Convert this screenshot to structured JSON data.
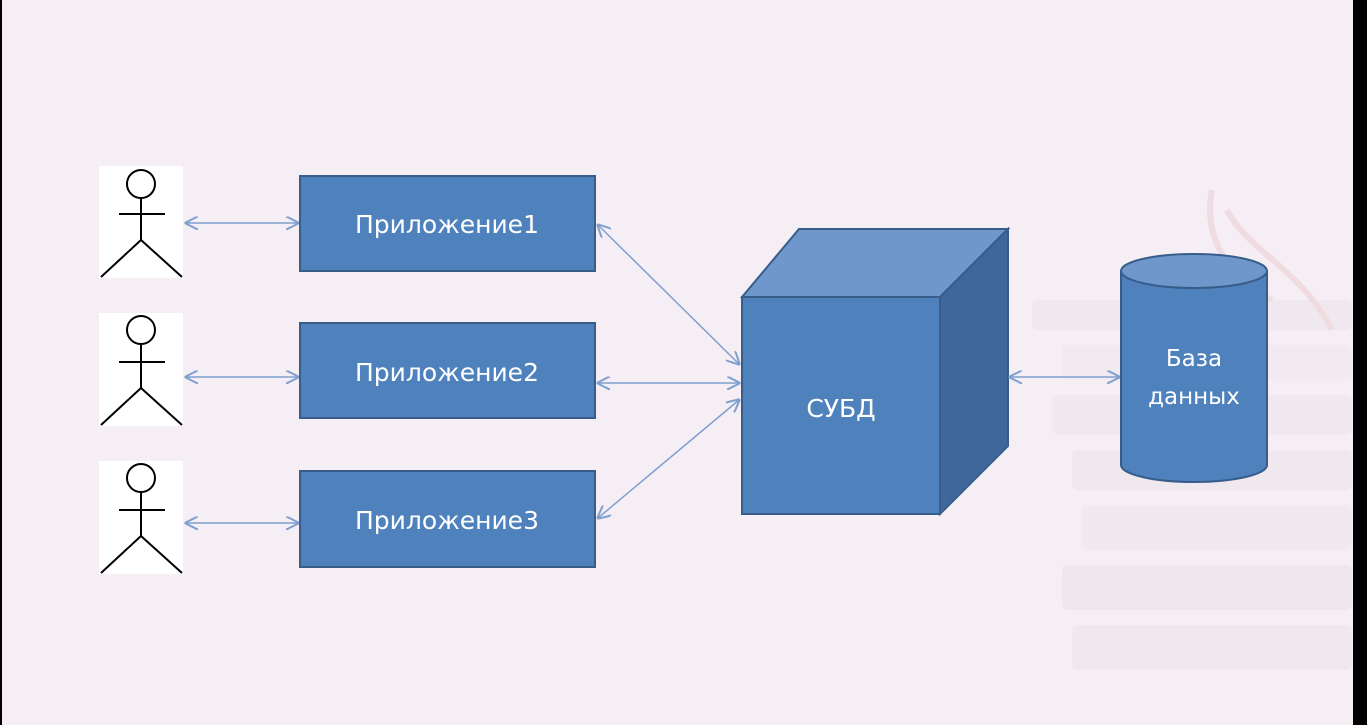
{
  "colors": {
    "background": "#f5eff5",
    "box_fill": "#4f81bd",
    "box_stroke": "#385d8a",
    "cube_top": "#6f97cb",
    "cube_side": "#3f679d",
    "arrow": "#7f9fd0",
    "actor": "#000000"
  },
  "actors": [
    {
      "icon": "user-actor-icon"
    },
    {
      "icon": "user-actor-icon"
    },
    {
      "icon": "user-actor-icon"
    }
  ],
  "applications": [
    {
      "label": "Приложение1"
    },
    {
      "label": "Приложение2"
    },
    {
      "label": "Приложение3"
    }
  ],
  "dbms": {
    "label": "СУБД"
  },
  "database": {
    "label_line1": "База",
    "label_line2": "данных"
  }
}
